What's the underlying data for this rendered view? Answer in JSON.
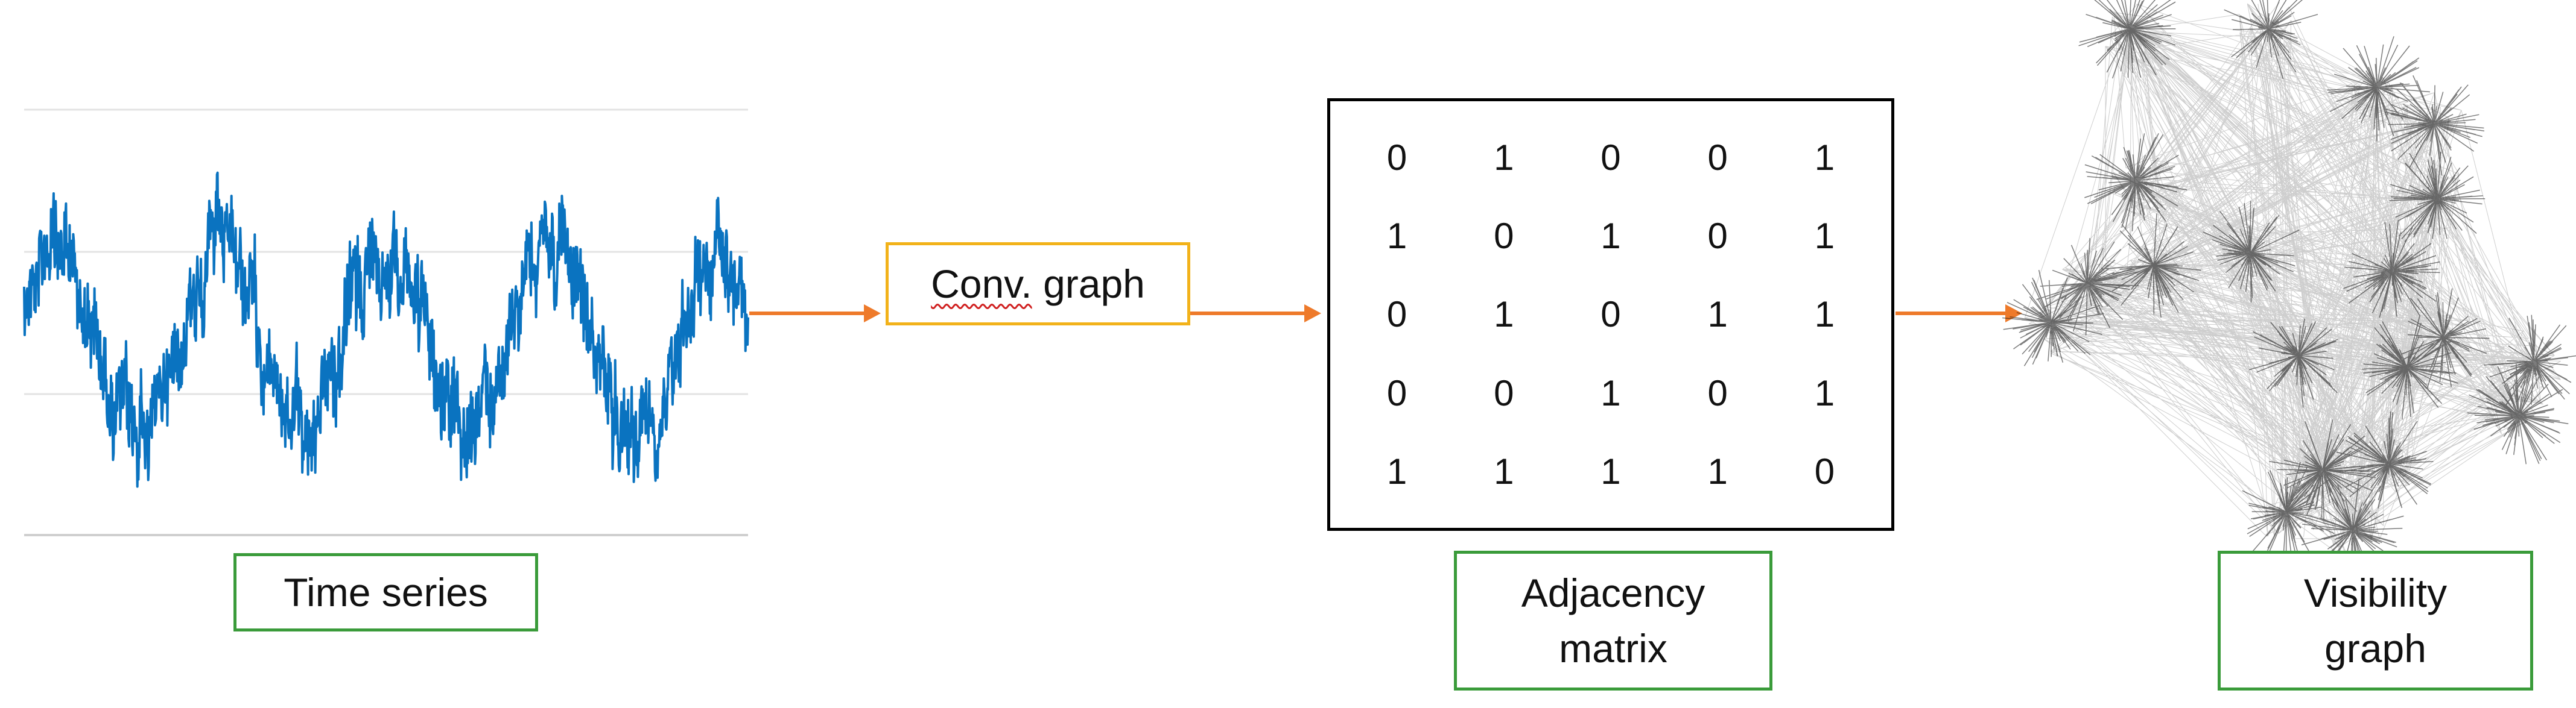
{
  "labels": {
    "time_series": "Time series",
    "conv_graph_word1": "Conv.",
    "conv_graph_word2": "graph",
    "adjacency_line1": "Adjacency",
    "adjacency_line2": "matrix",
    "visibility_line1": "Visibility",
    "visibility_line2": "graph"
  },
  "matrix": [
    [
      "0",
      "1",
      "0",
      "0",
      "1"
    ],
    [
      "1",
      "0",
      "1",
      "0",
      "1"
    ],
    [
      "0",
      "1",
      "0",
      "1",
      "1"
    ],
    [
      "0",
      "0",
      "1",
      "0",
      "1"
    ],
    [
      "1",
      "1",
      "1",
      "1",
      "0"
    ]
  ],
  "colors": {
    "series_line": "#0a73c0",
    "arrow": "#ee7a2a",
    "label_border_green": "#3a9b3a",
    "label_border_gold": "#f2b21a",
    "gridline": "#d9d9d9",
    "graph_edges": "#222222"
  },
  "icons": [
    "arrow-right-icon",
    "visibility-graph-network"
  ]
}
